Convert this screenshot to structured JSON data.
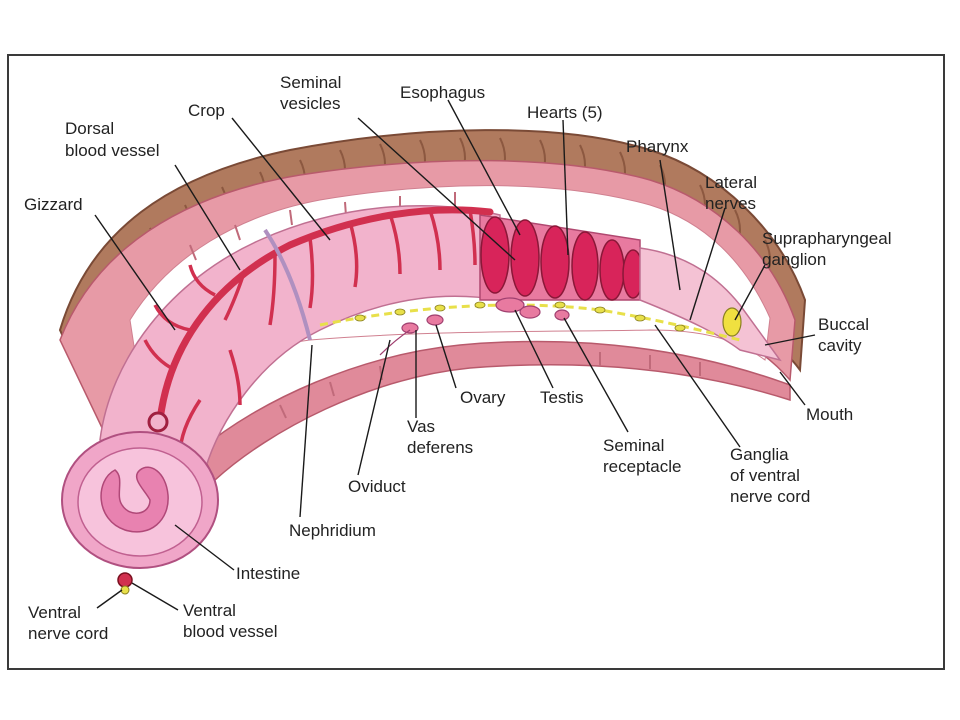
{
  "labels": {
    "seminal_vesicles": [
      "Seminal",
      "vesicles"
    ],
    "esophagus": [
      "Esophagus"
    ],
    "hearts": [
      "Hearts (5)"
    ],
    "crop": [
      "Crop"
    ],
    "pharynx": [
      "Pharynx"
    ],
    "dorsal_blood_vessel": [
      "Dorsal",
      "blood vessel"
    ],
    "lateral_nerves": [
      "Lateral",
      "nerves"
    ],
    "gizzard": [
      "Gizzard"
    ],
    "suprapharyngeal_ganglion": [
      "Suprapharyngeal",
      "ganglion"
    ],
    "buccal_cavity": [
      "Buccal",
      "cavity"
    ],
    "ovary": [
      "Ovary"
    ],
    "testis": [
      "Testis"
    ],
    "mouth": [
      "Mouth"
    ],
    "vas_deferens": [
      "Vas",
      "deferens"
    ],
    "seminal_receptacle": [
      "Seminal",
      "receptacle"
    ],
    "ganglia_ventral_nerve_cord": [
      "Ganglia",
      "of ventral",
      "nerve cord"
    ],
    "oviduct": [
      "Oviduct"
    ],
    "nephridium": [
      "Nephridium"
    ],
    "intestine": [
      "Intestine"
    ],
    "ventral_nerve_cord": [
      "Ventral",
      "nerve cord"
    ],
    "ventral_blood_vessel": [
      "Ventral",
      "blood vessel"
    ]
  },
  "colors": {
    "body_wall_brown": "#b07a5e",
    "body_wall_pink": "#e79aa6",
    "gut_pink": "#f2b3cc",
    "vessel_red": "#d1304f",
    "nerve_yellow": "#e8e04a",
    "inner_gap": "#ffffff"
  }
}
